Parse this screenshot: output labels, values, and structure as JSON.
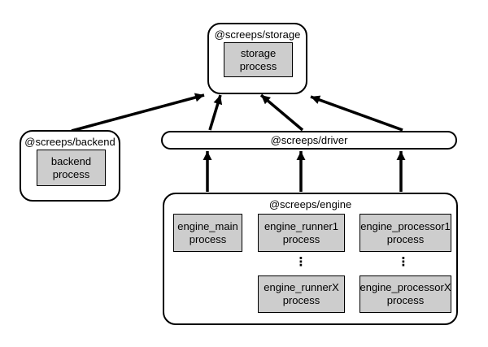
{
  "nodes": {
    "storage": {
      "title": "@screeps/storage",
      "process": "storage\nprocess"
    },
    "backend": {
      "title": "@screeps/backend",
      "process": "backend\nprocess"
    },
    "driver": {
      "title": "@screeps/driver"
    },
    "engine": {
      "title": "@screeps/engine",
      "processes": {
        "main": "engine_main\nprocess",
        "runner1": "engine_runner1\nprocess",
        "runnerX": "engine_runnerX\nprocess",
        "processor1": "engine_processor1\nprocess",
        "processorX": "engine_processorX\nprocess"
      },
      "ellipsis": "⋮"
    }
  },
  "edges": [
    {
      "from": "backend",
      "to": "storage"
    },
    {
      "from": "driver",
      "to": "storage"
    },
    {
      "from": "driver",
      "to": "storage"
    },
    {
      "from": "driver",
      "to": "storage"
    },
    {
      "from": "engine",
      "to": "driver"
    },
    {
      "from": "engine",
      "to": "driver"
    },
    {
      "from": "engine",
      "to": "driver"
    }
  ],
  "colors": {
    "stroke": "#000000",
    "process_box_fill": "#cdcdcd",
    "background": "#ffffff"
  }
}
